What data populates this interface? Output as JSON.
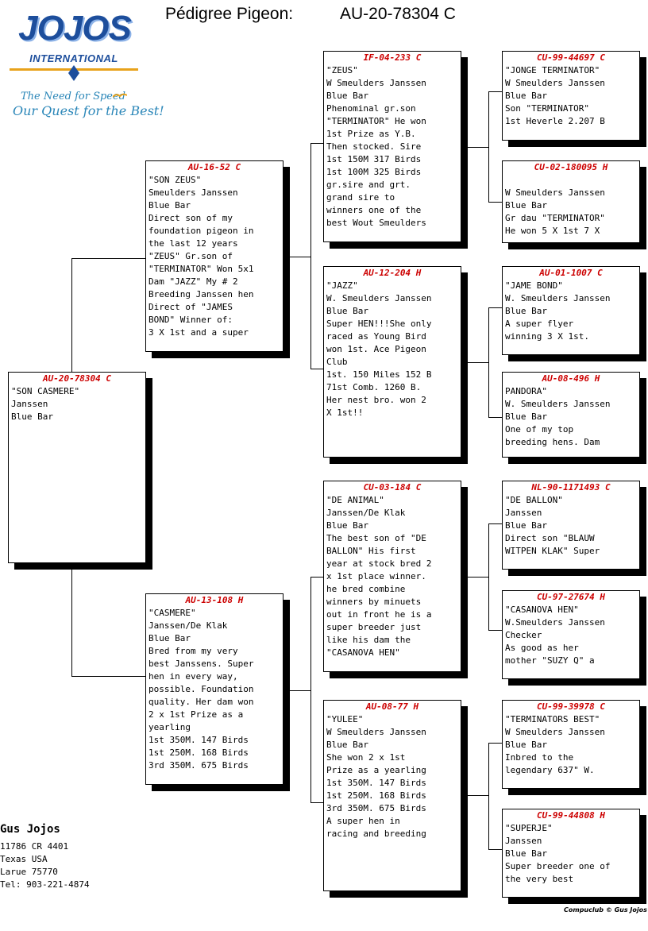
{
  "header": {
    "label": "Pédigree Pigeon:",
    "ring": "AU-20-78304 C"
  },
  "logo": {
    "name": "JOJOS",
    "sub": "INTERNATIONAL",
    "tagline1": "The Need for Speed",
    "tagline2": "Our Quest for the Best!"
  },
  "pigeons": {
    "subject": {
      "ring": "AU-20-78304 C",
      "lines": [
        "\"SON CASMERE\"",
        "Janssen",
        "Blue Bar"
      ]
    },
    "sire": {
      "ring": "AU-16-52 C",
      "lines": [
        "\"SON ZEUS\"",
        "Smeulders Janssen",
        "Blue Bar",
        "Direct son of my",
        "foundation pigeon in",
        "the last 12 years",
        "\"ZEUS\" Gr.son of",
        "\"TERMINATOR\" Won 5x1",
        "Dam \"JAZZ\" My # 2",
        "Breeding Janssen hen",
        "Direct of \"JAMES",
        "BOND\" Winner of:",
        "3 X 1st and a super"
      ]
    },
    "dam": {
      "ring": "AU-13-108 H",
      "lines": [
        "\"CASMERE\"",
        "Janssen/De Klak",
        "Blue Bar",
        "Bred from my very",
        "best Janssens. Super",
        "hen in every way,",
        "possible. Foundation",
        "quality. Her dam won",
        "2 x 1st Prize as a",
        "yearling",
        "1st 350M. 147 Birds",
        "1st 250M. 168 Birds",
        "3rd 350M. 675 Birds"
      ]
    },
    "ss": {
      "ring": "IF-04-233 C",
      "lines": [
        "\"ZEUS\"",
        "W Smeulders Janssen",
        "Blue Bar",
        "Phenominal gr.son",
        "\"TERMINATOR\" He won",
        "1st Prize as Y.B.",
        "Then stocked. Sire",
        "1st 150M 317 Birds",
        "1st 100M 325 Birds",
        "gr.sire and grt.",
        "grand sire to",
        "winners one of the",
        "best Wout Smeulders"
      ]
    },
    "sd": {
      "ring": "AU-12-204 H",
      "lines": [
        "\"JAZZ\"",
        "W. Smeulders Janssen",
        "Blue Bar",
        "Super HEN!!!She only",
        "raced as Young Bird",
        "won 1st. Ace Pigeon",
        "Club",
        "1st. 150 Miles 152 B",
        "71st Comb. 1260 B.",
        "Her nest bro. won 2",
        "X 1st!!"
      ]
    },
    "ds": {
      "ring": "CU-03-184 C",
      "lines": [
        "\"DE ANIMAL\"",
        "Janssen/De Klak",
        "Blue Bar",
        "The best son of \"DE",
        "BALLON\" His first",
        "year at stock bred 2",
        "x 1st place winner.",
        "he bred combine",
        "winners by minuets",
        "out in front he is a",
        "super breeder just",
        "like his dam the",
        "\"CASANOVA HEN\""
      ]
    },
    "dd": {
      "ring": "AU-08-77 H",
      "lines": [
        "\"YULEE\"",
        "W Smeulders Janssen",
        "Blue Bar",
        "She won 2 x 1st",
        "Prize as a yearling",
        "1st 350M. 147 Birds",
        "1st 250M. 168 Birds",
        "3rd 350M. 675 Birds",
        "A super hen in",
        "racing and breeding"
      ]
    },
    "sss": {
      "ring": "CU-99-44697 C",
      "lines": [
        "\"JONGE TERMINATOR\"",
        "W Smeulders Janssen",
        "Blue Bar",
        "Son \"TERMINATOR\"",
        "1st Heverle 2.207 B"
      ]
    },
    "ssd": {
      "ring": "CU-02-180095 H",
      "lines": [
        "",
        "W Smeulders Janssen",
        "Blue Bar",
        "Gr dau \"TERMINATOR\"",
        "He won 5 X 1st 7 X"
      ]
    },
    "sds": {
      "ring": "AU-01-1007 C",
      "lines": [
        "\"JAME BOND\"",
        "W. Smeulders Janssen",
        "Blue Bar",
        "A super flyer",
        "winning 3 X 1st."
      ]
    },
    "sdd": {
      "ring": "AU-08-496 H",
      "lines": [
        "PANDORA\"",
        "W. Smeulders Janssen",
        "Blue Bar",
        "One of my top",
        "breeding hens. Dam"
      ]
    },
    "dss": {
      "ring": "NL-90-1171493 C",
      "lines": [
        "\"DE BALLON\"",
        "Janssen",
        "Blue Bar",
        "Direct son \"BLAUW",
        "WITPEN KLAK\" Super"
      ]
    },
    "dsd": {
      "ring": "CU-97-27674 H",
      "lines": [
        "\"CASANOVA HEN\"",
        "W.Smeulders Janssen",
        "Checker",
        "As good as her",
        "mother \"SUZY Q\" a"
      ]
    },
    "dds": {
      "ring": "CU-99-39978 C",
      "lines": [
        "\"TERMINATORS BEST\"",
        "W Smeulders Janssen",
        "Blue Bar",
        "Inbred to the",
        "legendary 637\" W."
      ]
    },
    "ddd": {
      "ring": "CU-99-44808 H",
      "lines": [
        "\"SUPERJE\"",
        "Janssen",
        "Blue Bar",
        "Super breeder one of",
        "the very best"
      ]
    }
  },
  "owner": {
    "name": "Gus Jojos",
    "address1": "11786 CR 4401",
    "address2": "Texas USA",
    "address3": "Larue 75770",
    "phone": "Tel: 903-221-4874"
  },
  "footer": {
    "credit": "Compuclub © Gus Jojos"
  }
}
